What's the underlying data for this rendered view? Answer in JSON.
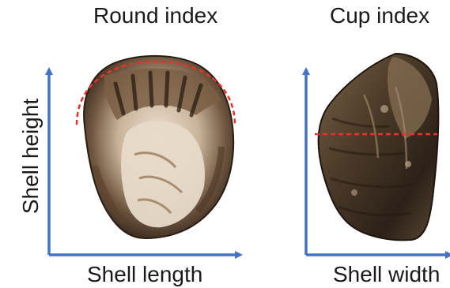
{
  "panels": [
    {
      "title": "Round index",
      "x_axis_label": "Shell length",
      "y_axis_label": "Shell height",
      "indicator": "dashed semicircle arc over shell outline"
    },
    {
      "title": "Cup index",
      "x_axis_label": "Shell width",
      "indicator": "dashed horizontal line across shell"
    }
  ],
  "colors": {
    "axis": "#4472c4",
    "indicator": "#e8322a",
    "shell_dark": "#3a2a1c",
    "shell_light": "#e6d7c3"
  },
  "icons": [
    "oyster-shell-round",
    "oyster-shell-cup"
  ]
}
